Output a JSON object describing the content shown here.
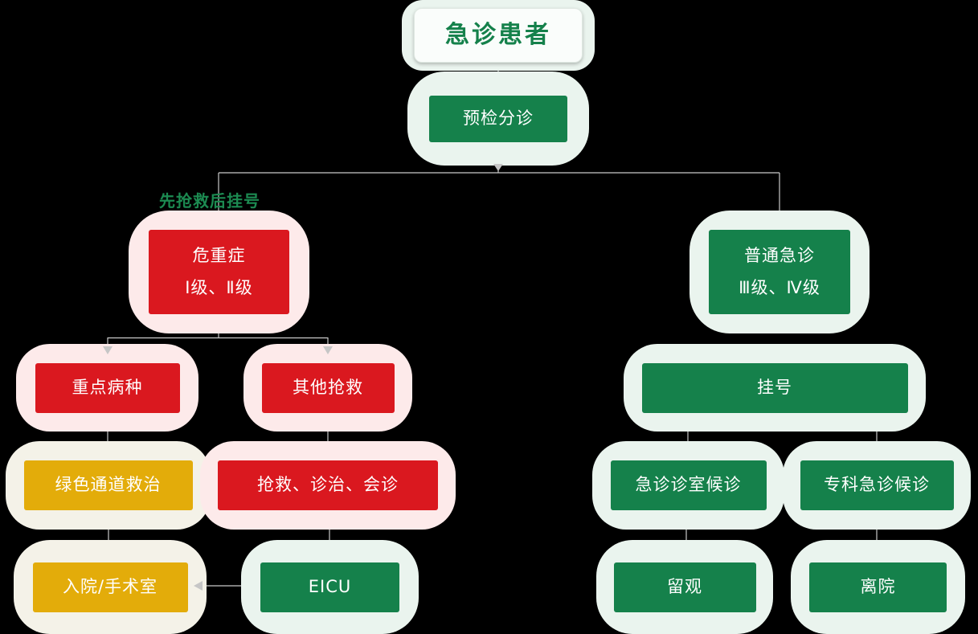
{
  "diagram": {
    "title": "急诊患者",
    "branch_label": "先抢救后挂号",
    "nodes": {
      "triage": "预检分诊",
      "critical_line1": "危重症",
      "critical_line2": "Ⅰ级、Ⅱ级",
      "general_line1": "普通急诊",
      "general_line2": "Ⅲ级、Ⅳ级",
      "key_disease": "重点病种",
      "other_rescue": "其他抢救",
      "registration": "挂号",
      "green_channel": "绿色通道救治",
      "rescue_consult": "抢救、诊治、会诊",
      "er_room_waiting": "急诊诊室候诊",
      "specialist_waiting": "专科急诊候诊",
      "admission_or": "入院/手术室",
      "eicu": "EICU",
      "observation": "留观",
      "discharge": "离院"
    },
    "colors": {
      "background": "#000000",
      "green": "#15814b",
      "red": "#da181f",
      "yellow": "#e3ac0a",
      "halo_green": "#eaf4ee",
      "halo_red": "#fdeaea",
      "halo_yellow": "#f4f2e8",
      "title_bg": "#fafdfb",
      "title_text": "#15814b",
      "branch_label_text": "#1c8a51",
      "connector": "#c9c9c9"
    }
  }
}
